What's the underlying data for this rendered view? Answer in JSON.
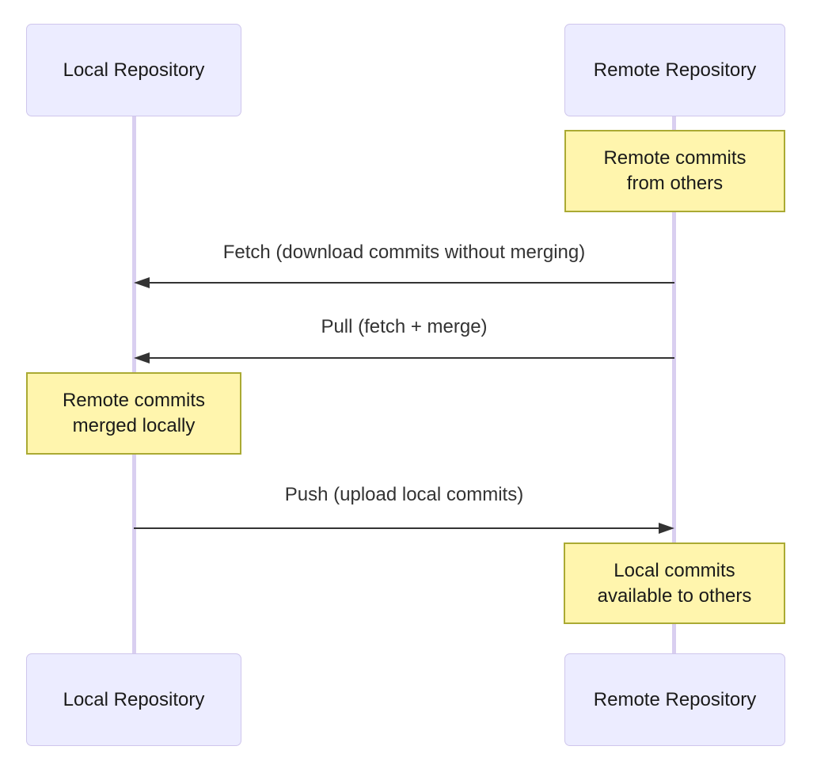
{
  "diagram_type": "sequence",
  "actors": [
    {
      "id": "local",
      "label": "Local Repository"
    },
    {
      "id": "remote",
      "label": "Remote Repository"
    }
  ],
  "messages": [
    {
      "from": "remote",
      "to": "local",
      "direction": "left",
      "label": "Fetch (download commits without merging)"
    },
    {
      "from": "remote",
      "to": "local",
      "direction": "left",
      "label": "Pull (fetch + merge)"
    },
    {
      "from": "local",
      "to": "remote",
      "direction": "right",
      "label": "Push (upload local commits)"
    }
  ],
  "notes": [
    {
      "over": "remote",
      "text": "Remote commits\nfrom others"
    },
    {
      "over": "local",
      "text": "Remote commits\nmerged locally"
    },
    {
      "over": "remote",
      "text": "Local commits\navailable to others"
    }
  ],
  "colors": {
    "actor-fill": "#ECECFF",
    "actor-border": "#CFC6EC",
    "note-fill": "#FFF5AD",
    "note-border": "#AAAA33",
    "lifeline": "#D9CFF0",
    "arrow": "#333333"
  }
}
